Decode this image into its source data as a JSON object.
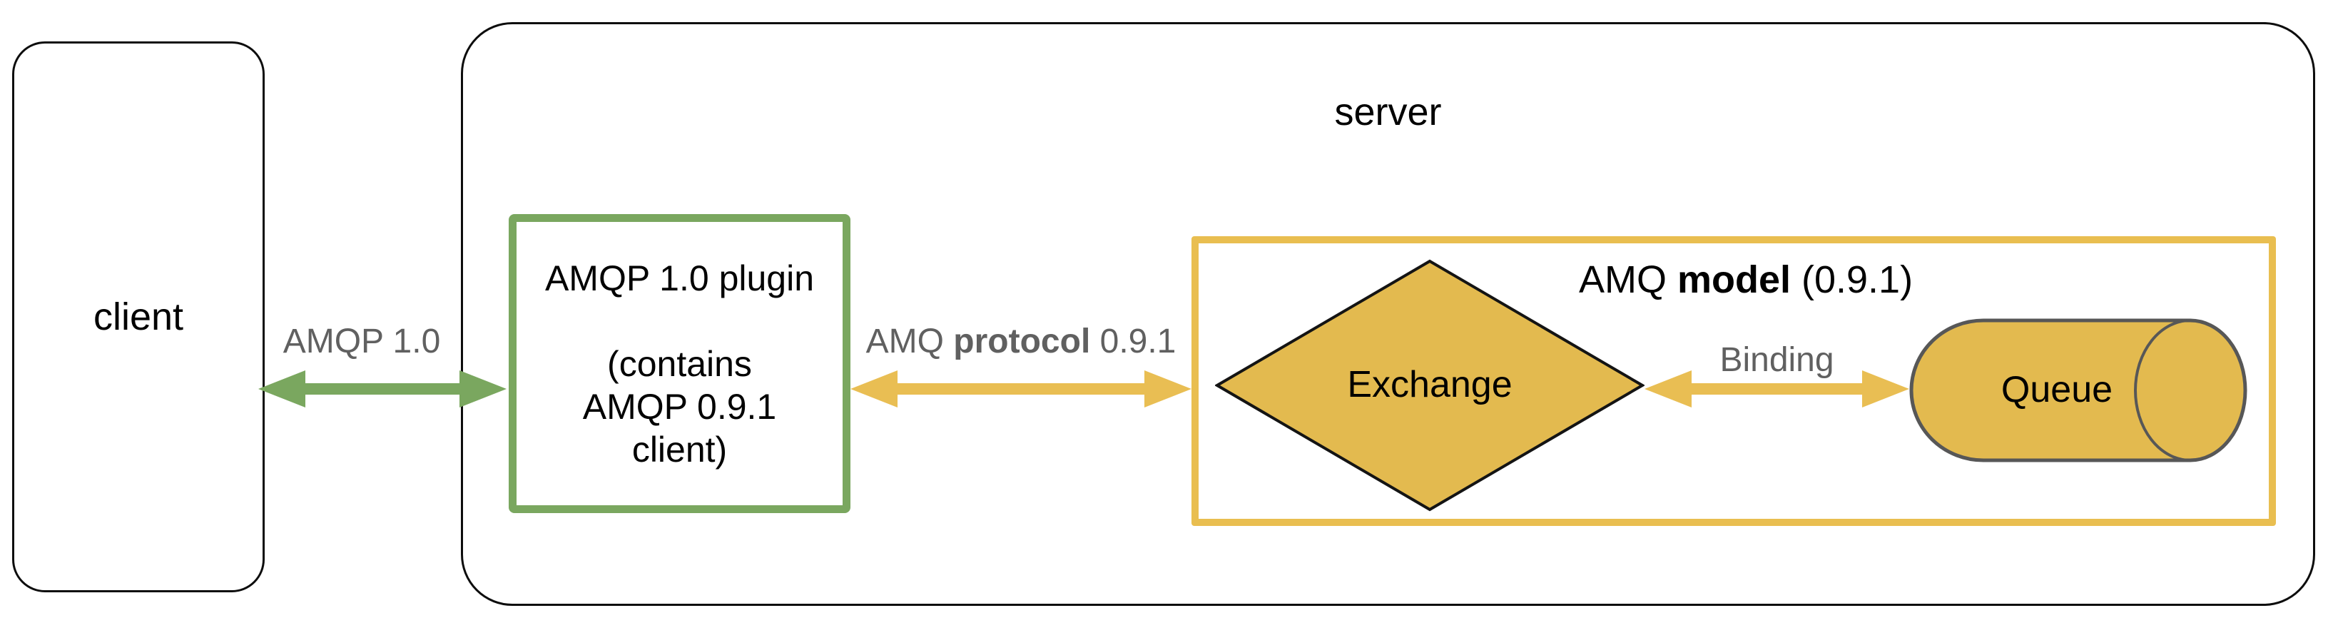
{
  "client": {
    "label": "client"
  },
  "server": {
    "label": "server"
  },
  "plugin": {
    "lines": [
      "AMQP 1.0 plugin",
      "",
      "(contains",
      "AMQP 0.9.1",
      "client)"
    ]
  },
  "connections": {
    "amqp10": {
      "label": "AMQP 1.0"
    },
    "protocol": {
      "prefix": "AMQ ",
      "bold": "protocol",
      "suffix": " 0.9.1"
    },
    "binding": {
      "label": "Binding"
    }
  },
  "model": {
    "title": {
      "prefix": "AMQ ",
      "bold": "model",
      "suffix": " (0.9.1)"
    },
    "exchange": {
      "label": "Exchange"
    },
    "queue": {
      "label": "Queue"
    }
  },
  "colors": {
    "arrow_green": "#7AA75F",
    "arrow_yellow": "#E9BE53",
    "shape_fill_yellow": "#E3BA4F",
    "box_border_yellow": "#E9BE50",
    "box_border_green": "#7AA75F",
    "label_gray": "#606060",
    "outline_black": "#0d0d0d",
    "queue_outline_gray": "#575757"
  }
}
